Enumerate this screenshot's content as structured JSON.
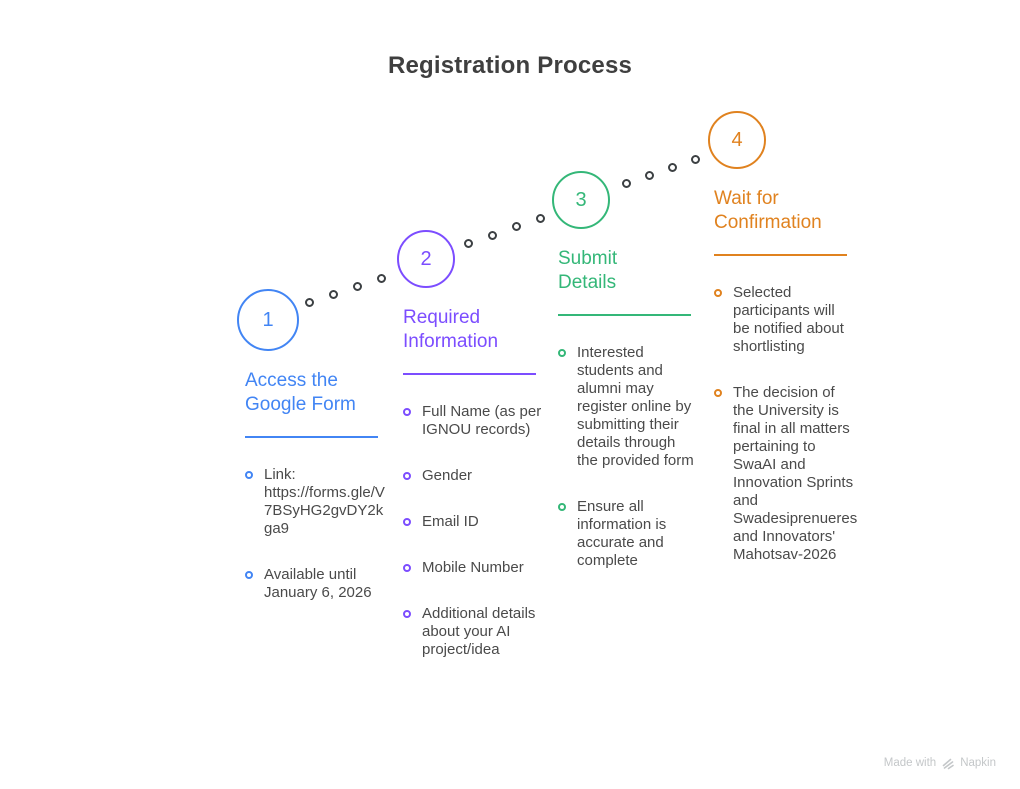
{
  "title": "Registration Process",
  "steps": [
    {
      "number": "1",
      "label": "Access the\nGoogle Form",
      "color": "#4285F4",
      "bullets": [
        "Link: https://forms.gle/V7BSyHG2gvDY2kga9",
        "Available until January 6, 2026"
      ]
    },
    {
      "number": "2",
      "label": "Required\nInformation",
      "color": "#7C4DFF",
      "bullets": [
        "Full Name (as per IGNOU records)",
        "Gender",
        "Email ID",
        "Mobile Number",
        "Additional details about your AI project/idea"
      ]
    },
    {
      "number": "3",
      "label": "Submit\nDetails",
      "color": "#34B778",
      "bullets": [
        "Interested students and alumni may register online by submitting their details through the provided form",
        "Ensure all information is accurate and complete"
      ]
    },
    {
      "number": "4",
      "label": "Wait for\nConfirmation",
      "color": "#E0821F",
      "bullets": [
        "Selected participants will be notified about shortlisting",
        "The decision of the University is final in all matters pertaining to SwaAI and Innovation Sprints and Swadesiprenueres and Innovators' Mahotsav-2026"
      ]
    }
  ],
  "watermark": {
    "made_with": "Made with",
    "brand": "Napkin"
  },
  "colors": {
    "title_text": "#3F3F3F",
    "body_text": "#4A4A4A",
    "connector_dot": "#3C4043",
    "background": "#FFFFFF",
    "watermark_text": "#C4C7C9"
  }
}
